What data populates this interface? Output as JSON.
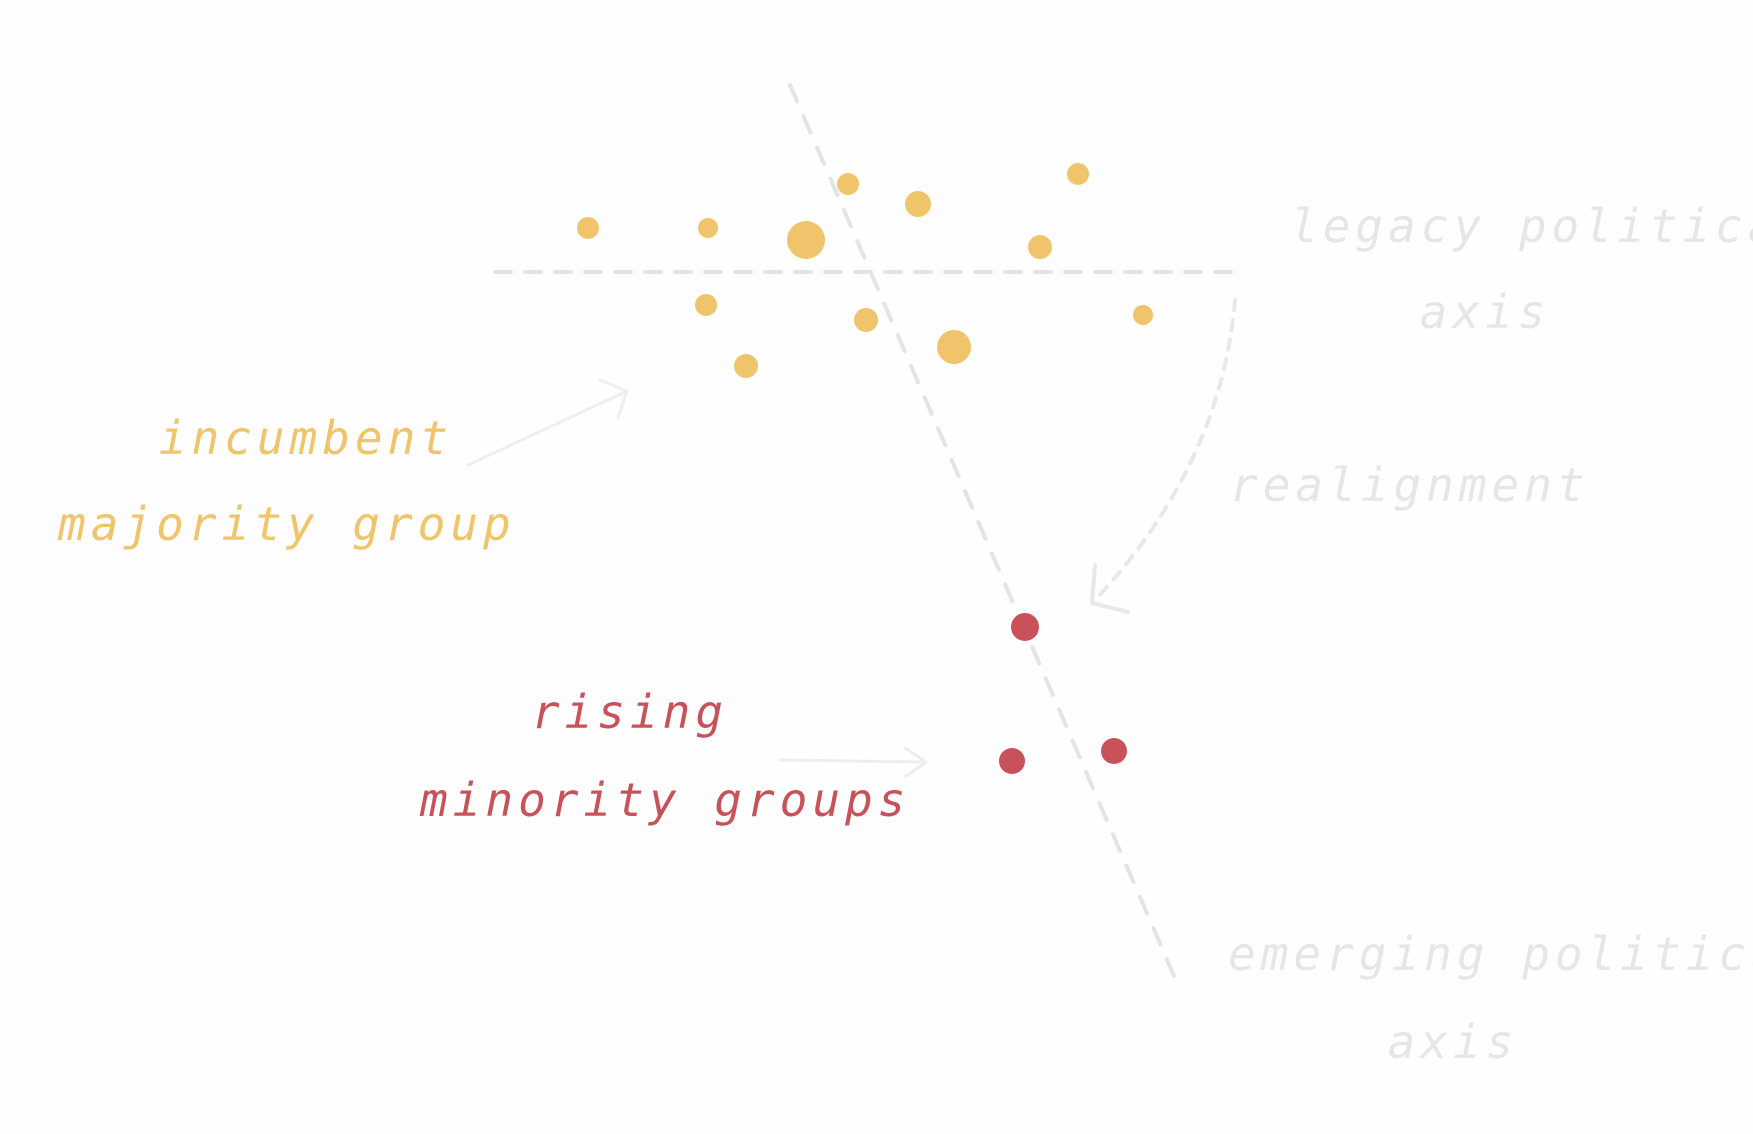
{
  "colors": {
    "majority": "#f0c46a",
    "minority": "#c9525a",
    "faint": "#e6e6e6"
  },
  "labels": {
    "majority_line1": "incumbent",
    "majority_line2": "majority group",
    "minority_line1": "rising",
    "minority_line2": "minority groups",
    "legacy_line1": "legacy political",
    "legacy_line2": "axis",
    "realignment": "realignment",
    "emerging_line1": "emerging political",
    "emerging_line2": "axis"
  }
}
